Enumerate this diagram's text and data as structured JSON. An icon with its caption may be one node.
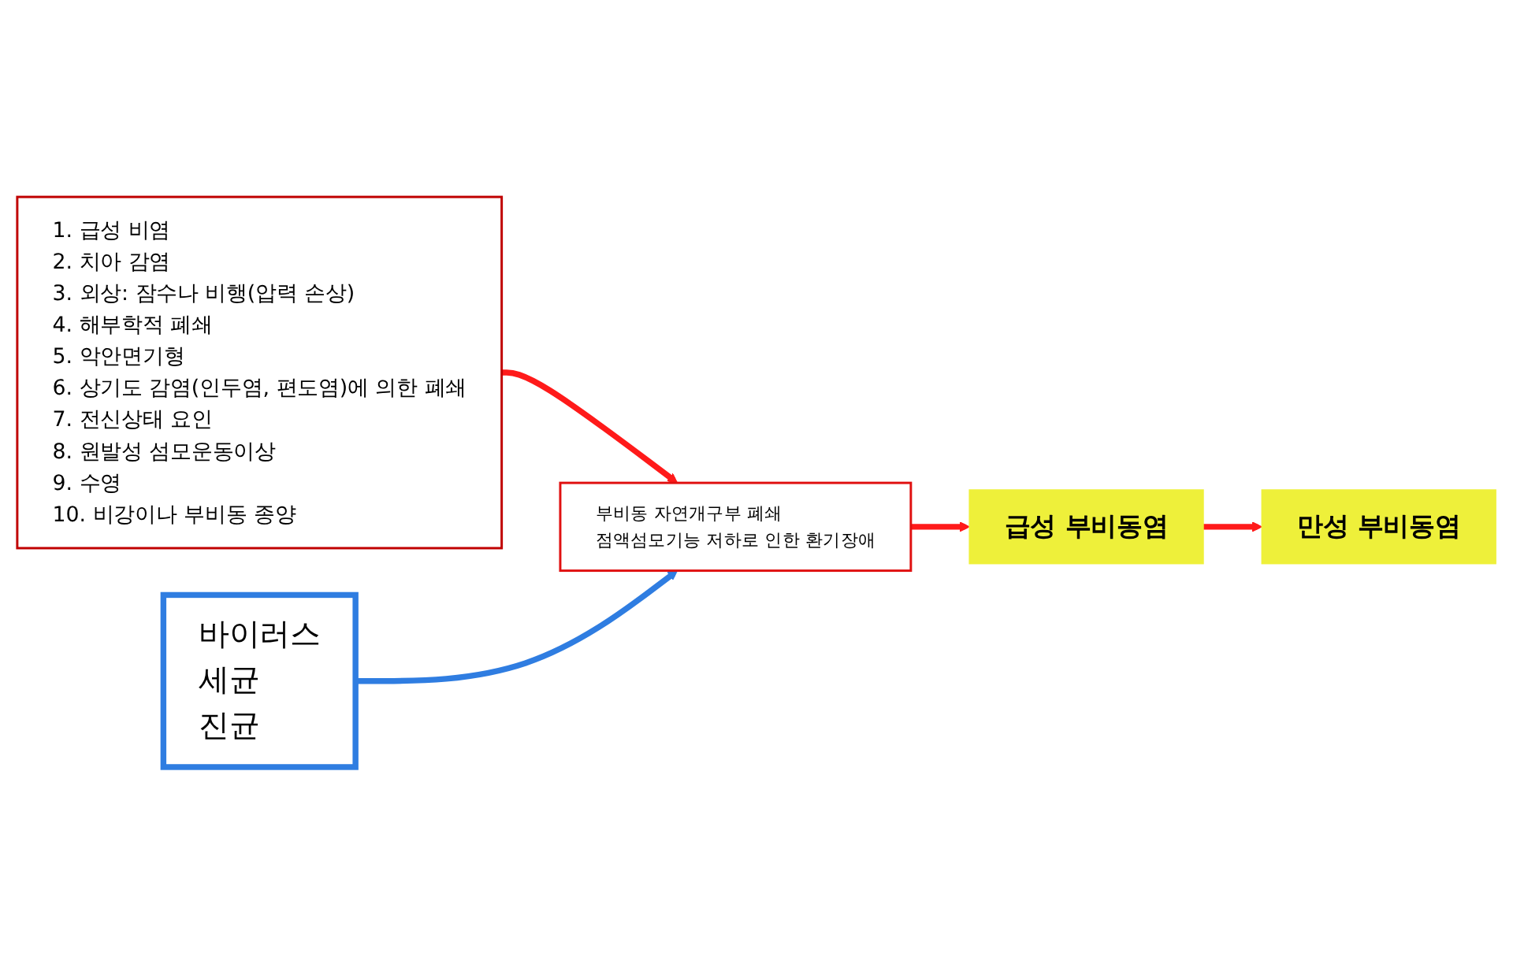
{
  "diagram": {
    "nodes": [
      {
        "text": [
          "1. 급성 비염",
          "2. 치아 감염",
          "3. 외상: 잠수나 비행(압력 손상)",
          "4. 해부학적 폐쇄",
          "5. 악안면기형",
          "6. 상기도 감염(인두염, 편도염)에 의한 폐쇄",
          "7. 전신상태 요인",
          "8. 원발성 섬모운동이상",
          "9. 수영",
          "10. 비강이나 부비동 종양"
        ]
      },
      {
        "text": [
          "부비동 자연개구부 폐쇄",
          "점액섬모기능 저하로 인한 환기장애"
        ]
      },
      {
        "text": [
          "급성 부비동염"
        ]
      },
      {
        "text": [
          "만성 부비동염"
        ]
      },
      {
        "text": [
          "바이러스",
          "세균",
          "진균"
        ]
      }
    ],
    "edges": [
      {
        "from": 0,
        "to": 1,
        "arrow": "to"
      },
      {
        "from": 1,
        "to": 2,
        "arrow": "to"
      },
      {
        "from": 2,
        "to": 3,
        "arrow": "to"
      },
      {
        "from": 4,
        "to": 1,
        "arrow": "to",
        "color": "#2f7de1"
      }
    ]
  }
}
